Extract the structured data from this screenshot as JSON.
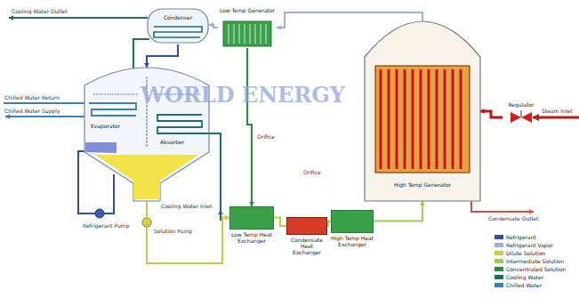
{
  "diagram": {
    "nodes": [
      {
        "text": [
          "Condenser"
        ]
      },
      {
        "text": [
          "Low Temp Generator"
        ]
      },
      {
        "text": [
          "Evaporator",
          "Absorber"
        ]
      },
      {
        "text": [
          "Low Temp Heat Exchanger"
        ]
      },
      {
        "text": [
          "Condensate Heat Exchanger"
        ]
      },
      {
        "text": [
          "High Temp Heat Exchanger"
        ]
      },
      {
        "text": [
          "High Temp Generator"
        ]
      },
      {
        "text": [
          "Regulator"
        ]
      }
    ],
    "edges": [
      {
        "from": 6,
        "to": 1,
        "arrow": "to"
      },
      {
        "from": 1,
        "to": 0,
        "arrow": "to"
      },
      {
        "from": 0,
        "to": 2,
        "arrow": "to"
      },
      {
        "from": 2,
        "to": 3,
        "arrow": "to"
      },
      {
        "from": 3,
        "to": 4,
        "arrow": "none"
      },
      {
        "from": 4,
        "to": 5,
        "arrow": "none"
      },
      {
        "from": 5,
        "to": 6,
        "arrow": "to"
      },
      {
        "from": 1,
        "to": 3,
        "arrow": "to"
      },
      {
        "from": 7,
        "to": 6,
        "arrow": "to"
      }
    ],
    "labels": [
      "Cooling Water Outlet",
      "Chilled Water Return",
      "Chilled Water Supply",
      "Refrigerant Pump",
      "Solution Pump",
      "Cooling Water Inlet",
      "Orifice",
      "Orifice",
      "Steam Inlet",
      "Condensate Outlet",
      "WORLD ENERGY"
    ],
    "legend": [
      {
        "text": "Refrigerant",
        "color": "#2f4f9f"
      },
      {
        "text": "Refrigerant Vapor",
        "color": "#9fb0dc"
      },
      {
        "text": "Dilute Solution",
        "color": "#c8c84a"
      },
      {
        "text": "Intermediate Solution",
        "color": "#9acd5a"
      },
      {
        "text": "Concentrated Solution",
        "color": "#2e8b3e"
      },
      {
        "text": "Cooling Water",
        "color": "#1f6f5f"
      },
      {
        "text": "Chilled Water",
        "color": "#3c7fb0"
      }
    ]
  }
}
